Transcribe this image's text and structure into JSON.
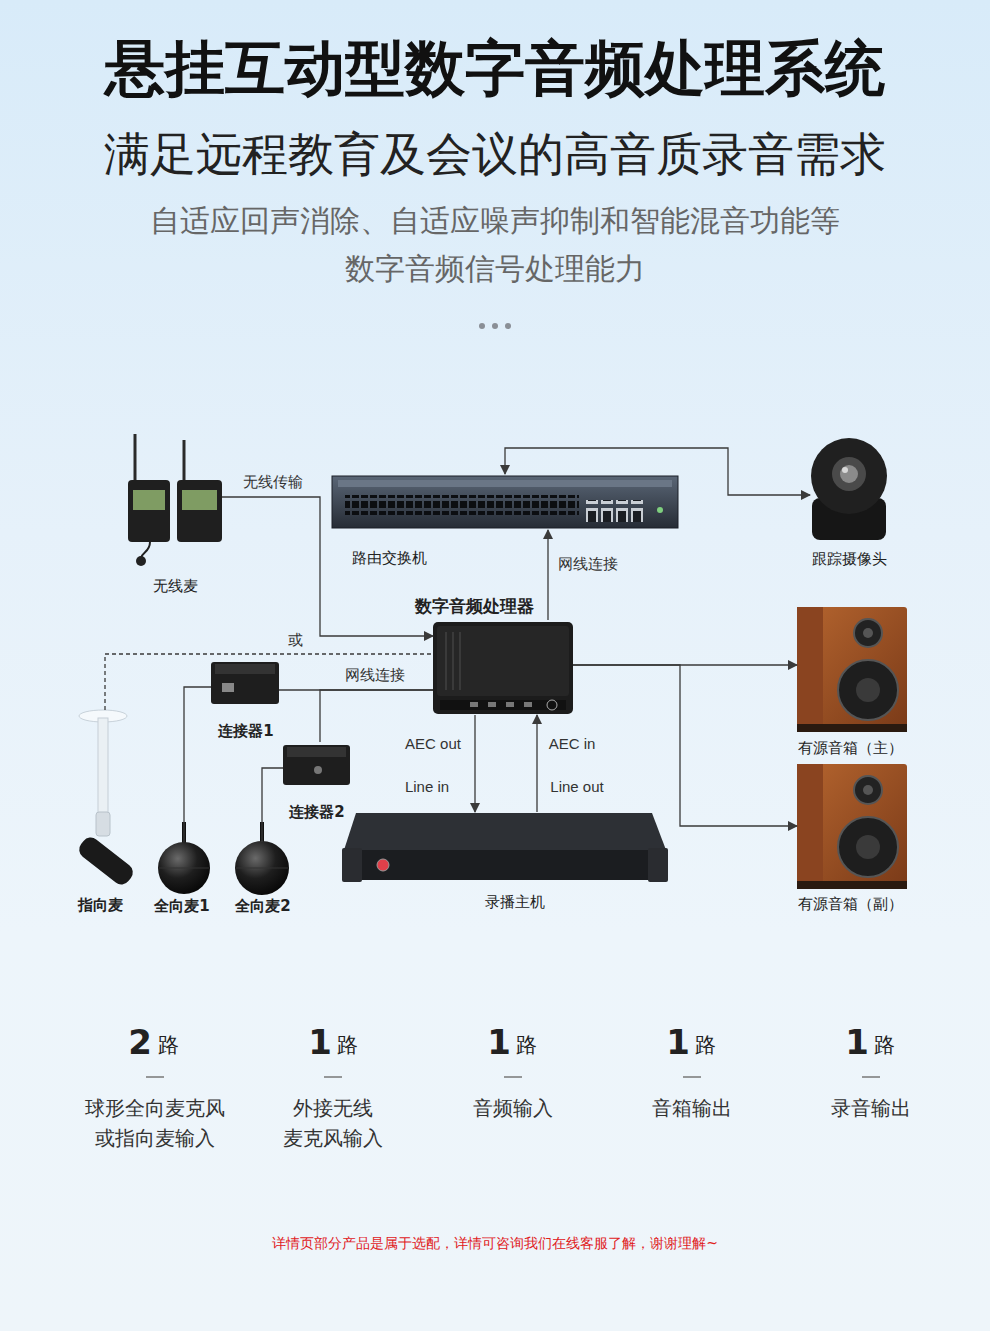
{
  "diagram": {
    "title": "悬挂互动型数字音频处理系统",
    "nodes": [
      {
        "text": [
          "无线麦"
        ]
      },
      {
        "text": [
          "路由交换机"
        ]
      },
      {
        "text": [
          "跟踪摄像头"
        ]
      },
      {
        "text": [
          "数字音频处理器"
        ]
      },
      {
        "text": [
          "连接器1"
        ]
      },
      {
        "text": [
          "有源音箱（主）"
        ]
      },
      {
        "text": [
          "连接器2"
        ]
      },
      {
        "text": [
          "录播主机"
        ]
      },
      {
        "text": [
          "有源音箱（副）"
        ]
      },
      {
        "text": [
          "指向麦"
        ]
      },
      {
        "text": [
          "全向麦1"
        ]
      },
      {
        "text": [
          "全向麦2"
        ]
      }
    ],
    "edges": [
      {
        "from": 0,
        "to": 3,
        "label": "无线传输",
        "arrow": "to"
      },
      {
        "from": 3,
        "to": 1,
        "label": "网线连接",
        "arrow": "to"
      },
      {
        "from": 1,
        "to": 2,
        "arrow": "both"
      },
      {
        "from": 4,
        "to": 3,
        "label": "网线连接",
        "arrow": "none"
      },
      {
        "from": 6,
        "to": 3,
        "arrow": "none"
      },
      {
        "from": 9,
        "to": 3,
        "label": "或",
        "arrow": "none"
      },
      {
        "from": 10,
        "to": 4,
        "arrow": "none"
      },
      {
        "from": 11,
        "to": 6,
        "arrow": "none"
      },
      {
        "from": 3,
        "to": 7,
        "label": "AEC out",
        "arrow": "to"
      },
      {
        "from": 7,
        "to": 3,
        "label": "AEC in",
        "arrow": "to"
      },
      {
        "from": 3,
        "to": 5,
        "arrow": "to"
      },
      {
        "from": 3,
        "to": 8,
        "arrow": "to"
      }
    ],
    "labels": [
      "满足远程教育及会议的高音质录音需求",
      "自适应回声消除、自适应噪声抑制和智能混音功能等 数字音频信号处理能力",
      "Line in",
      "Line out",
      "2",
      "路",
      "球形全向麦克风 或指向麦输入",
      "1",
      "路",
      "外接无线 麦克风输入",
      "1",
      "路",
      "音频输入",
      "1",
      "路",
      "音箱输出",
      "1",
      "路",
      "录音输出",
      "详情页部分产品是属于选配，详情可咨询我们在线客服了解，谢谢理解~"
    ]
  }
}
